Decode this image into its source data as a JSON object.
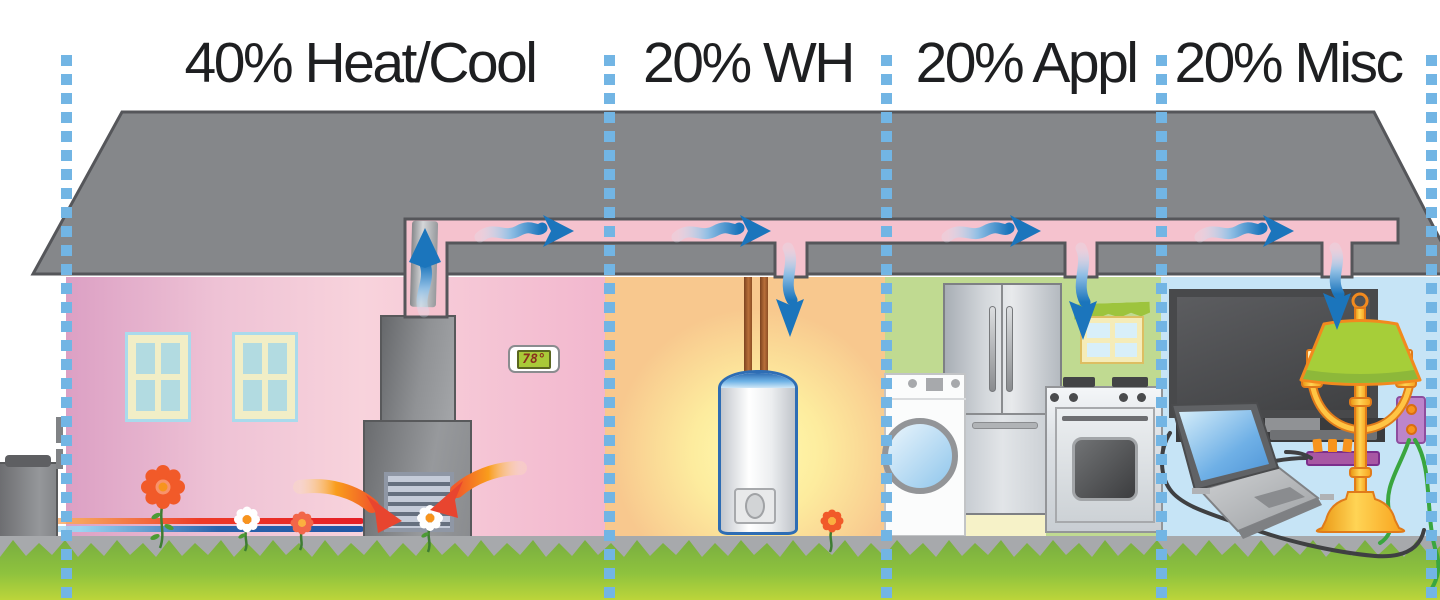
{
  "sections": [
    {
      "id": "heat-cool",
      "label": "40% Heat/Cool",
      "percent": 40
    },
    {
      "id": "water-heating",
      "label": "20% WH",
      "percent": 20
    },
    {
      "id": "appliances",
      "label": "20% Appl",
      "percent": 20
    },
    {
      "id": "misc",
      "label": "20% Misc",
      "percent": 20
    }
  ],
  "thermostat": {
    "reading": "78°"
  },
  "colors": {
    "divider_blue": "#72B5E4",
    "airflow_blue": "#1B75BC",
    "duct_pink": "#F5C2CE",
    "roof_gray": "#85878A",
    "heat_arrow_orange": "#F15A29",
    "grass_green": "#79AE40",
    "wall_heatcool": "#F2B7CE",
    "wall_water_heating": "#F8C88E",
    "wall_appliances": "#C0DA91",
    "wall_misc": "#C6E4F6"
  }
}
